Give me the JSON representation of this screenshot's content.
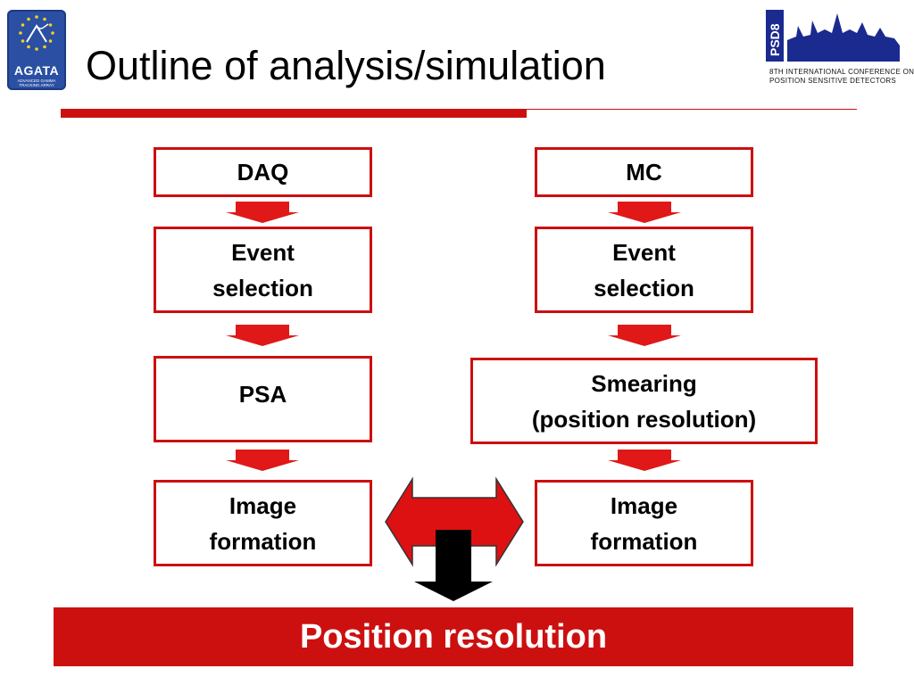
{
  "header": {
    "title": "Outline of analysis/simulation",
    "agata_logo_text": "AGATA",
    "agata_logo_subtext": "ADVANCED GAMMA TRACKING ARRAY",
    "psd_logo_text": "PSD8",
    "psd_caption_line1": "8TH INTERNATIONAL CONFERENCE ON",
    "psd_caption_line2": "POSITION SENSITIVE DETECTORS"
  },
  "left_column": {
    "step1": "DAQ",
    "step2": "Event\nselection",
    "step3": "PSA",
    "step4": "Image\nformation"
  },
  "right_column": {
    "step1": "MC",
    "step2": "Event\nselection",
    "step3": "Smearing\n(position resolution)",
    "step4": "Image\nformation"
  },
  "result": {
    "label": "Position resolution"
  },
  "colors": {
    "accent": "#cc1010",
    "logo_blue": "#2a4fa3",
    "arrow_black": "#000000"
  }
}
